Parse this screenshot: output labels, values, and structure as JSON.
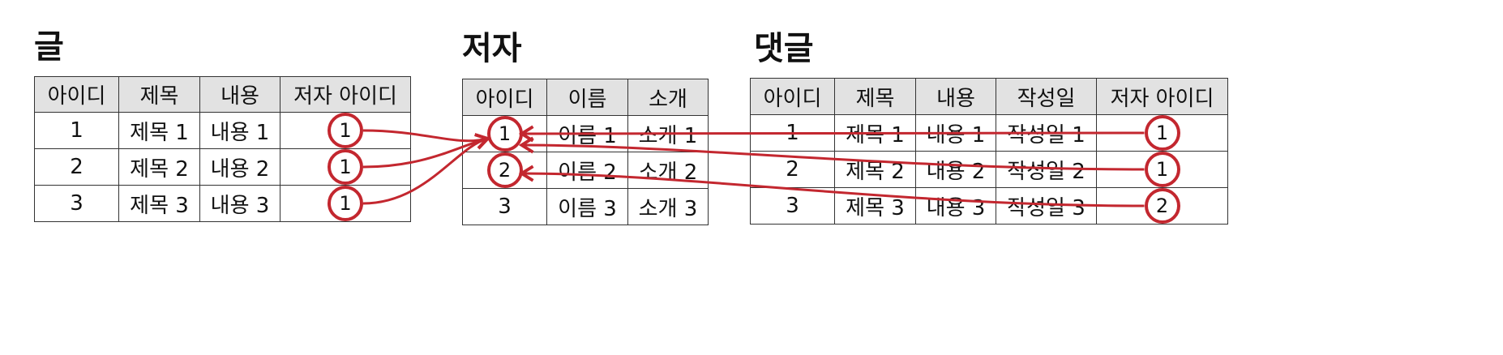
{
  "posts": {
    "title": "글",
    "headers": [
      "아이디",
      "제목",
      "내용",
      "저자 아이디"
    ],
    "rows": [
      [
        "1",
        "제목 1",
        "내용 1",
        "1"
      ],
      [
        "2",
        "제목 2",
        "내용 2",
        "1"
      ],
      [
        "3",
        "제목 3",
        "내용 3",
        "1"
      ]
    ]
  },
  "authors": {
    "title": "저자",
    "headers": [
      "아이디",
      "이름",
      "소개"
    ],
    "rows": [
      [
        "1",
        "이름 1",
        "소개 1"
      ],
      [
        "2",
        "이름 2",
        "소개 2"
      ],
      [
        "3",
        "이름 3",
        "소개 3"
      ]
    ]
  },
  "comments": {
    "title": "댓글",
    "headers": [
      "아이디",
      "제목",
      "내용",
      "작성일",
      "저자 아이디"
    ],
    "rows": [
      [
        "1",
        "제목 1",
        "내용 1",
        "작성일 1",
        "1"
      ],
      [
        "2",
        "제목 2",
        "내용 2",
        "작성일 2",
        "1"
      ],
      [
        "3",
        "제목 3",
        "내용 3",
        "작성일 3",
        "2"
      ]
    ]
  },
  "colors": {
    "relation_line": "#c3272f",
    "header_fill": "#e2e2e2",
    "border": "#333333"
  },
  "relations": [
    {
      "from": "posts",
      "row": 0,
      "to_author": 0
    },
    {
      "from": "posts",
      "row": 1,
      "to_author": 0
    },
    {
      "from": "posts",
      "row": 2,
      "to_author": 0
    },
    {
      "from": "comments",
      "row": 0,
      "to_author": 0
    },
    {
      "from": "comments",
      "row": 1,
      "to_author": 0
    },
    {
      "from": "comments",
      "row": 2,
      "to_author": 1
    }
  ]
}
